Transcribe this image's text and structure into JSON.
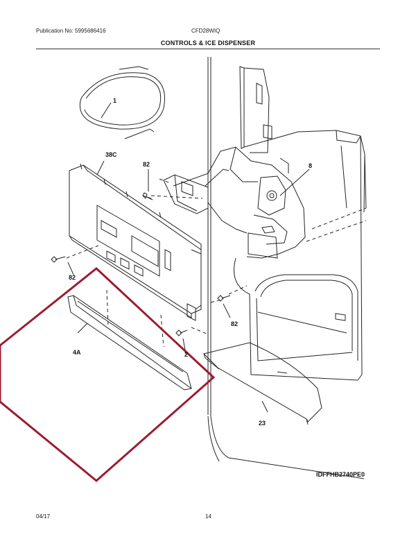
{
  "header": {
    "publication": "Publication No: 5995686416",
    "model": "CFD28WIQ",
    "section_title": "CONTROLS & ICE DISPENSER"
  },
  "callouts": {
    "part_1": "1",
    "part_38c": "38C",
    "part_82_top": "82",
    "part_8": "8",
    "part_82_left": "82",
    "part_82_right": "82",
    "part_4a": "4A",
    "part_2": "2",
    "part_23": "23"
  },
  "figure_id": "IDFFHB2740PE0",
  "footer": {
    "date": "04/17",
    "page": "14"
  },
  "colors": {
    "highlight": "#9b1c2e",
    "line": "#222222"
  }
}
